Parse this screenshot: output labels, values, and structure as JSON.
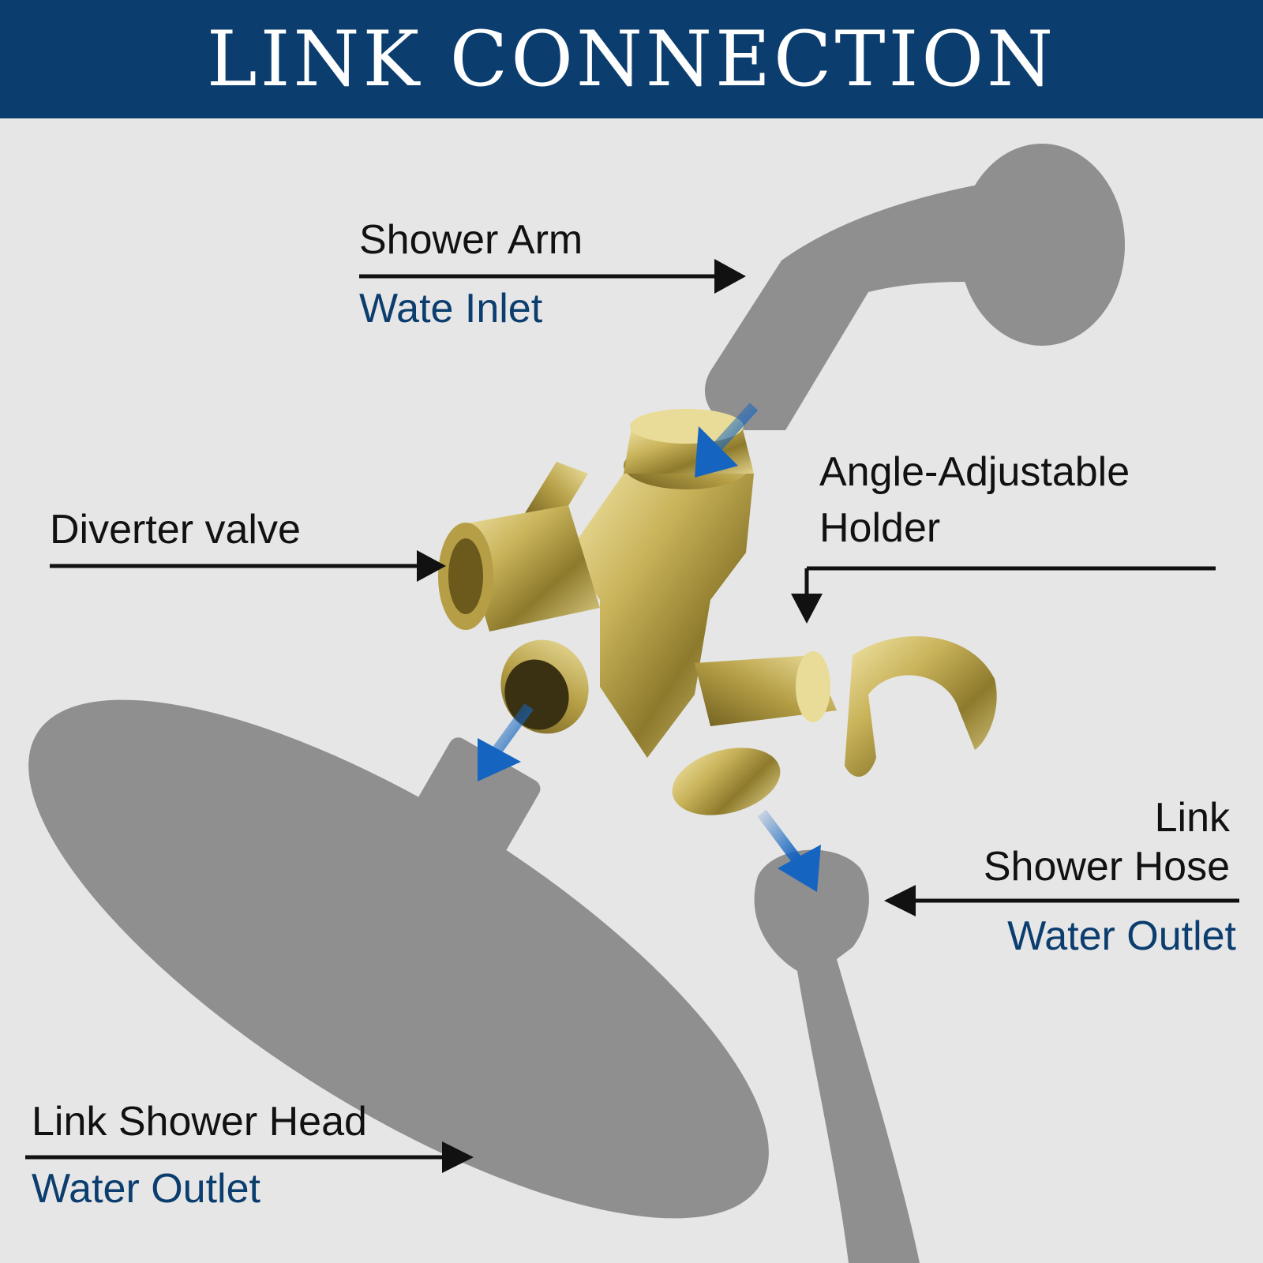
{
  "header": {
    "title": "LINK CONNECTION"
  },
  "labels": {
    "shower_arm": {
      "name": "Shower Arm",
      "role": "Wate Inlet"
    },
    "diverter": {
      "name": "Diverter valve"
    },
    "holder": {
      "line1": "Angle-Adjustable",
      "line2": "Holder"
    },
    "hose": {
      "line1": "Link",
      "line2": "Shower Hose",
      "role": "Water Outlet"
    },
    "head": {
      "name": "Link Shower Head",
      "role": "Water Outlet"
    }
  },
  "colors": {
    "header_bg": "#0b3d6e",
    "background": "#e6e6e6",
    "silhouette": "#8f8f8f",
    "brass": "#c9b35a",
    "flow_arrow": "#1565c0",
    "role_text": "#0b3d6e"
  }
}
